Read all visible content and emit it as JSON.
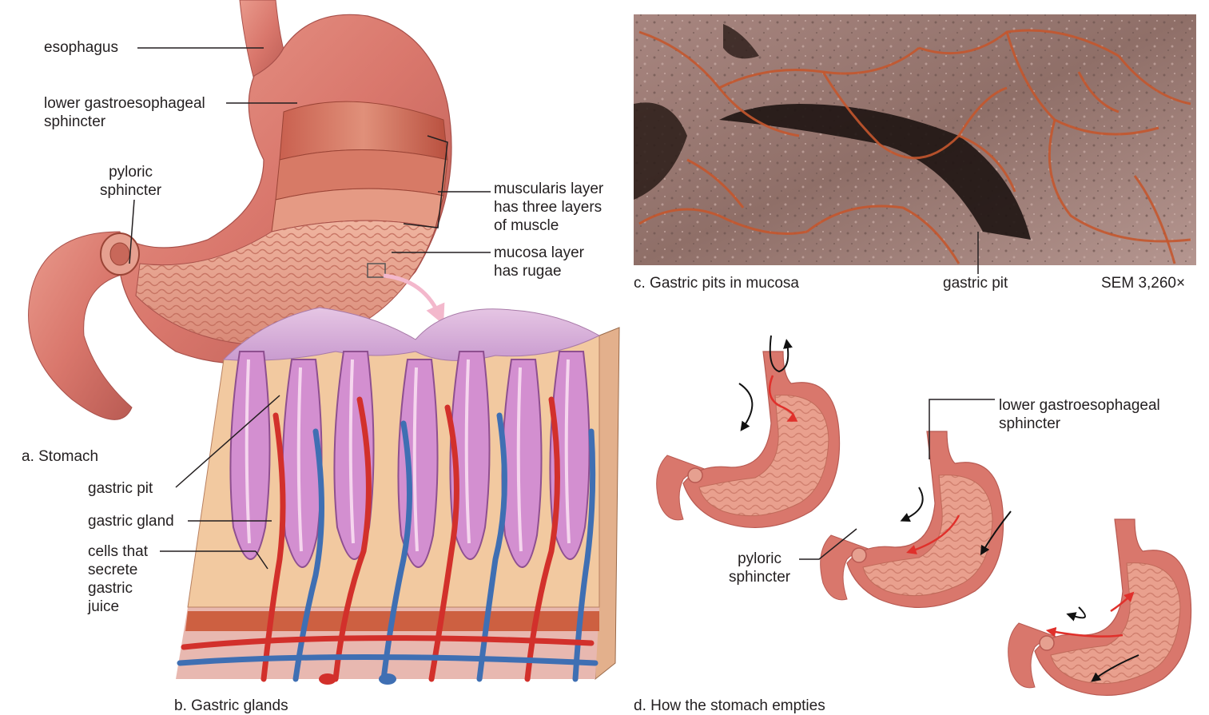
{
  "panel_a": {
    "caption": "a. Stomach",
    "labels": {
      "esophagus": "esophagus",
      "lower_sphincter": "lower gastroesophageal\nsphincter",
      "pyloric": "pyloric\nsphincter",
      "muscularis": "muscularis layer\nhas three layers\nof muscle",
      "mucosa": "mucosa layer\nhas rugae"
    }
  },
  "panel_b": {
    "caption": "b. Gastric glands",
    "labels": {
      "gastric_pit": "gastric pit",
      "gastric_gland": "gastric gland",
      "cells": "cells that\nsecrete\ngastric\njuice"
    }
  },
  "panel_c": {
    "caption": "c. Gastric pits in mucosa",
    "pit_label": "gastric pit",
    "magnification": "SEM 3,260×"
  },
  "panel_d": {
    "caption": "d. How the stomach empties",
    "labels": {
      "lower_sphincter": "lower gastroesophageal\nsphincter",
      "pyloric": "pyloric\nsphincter"
    }
  },
  "colors": {
    "stomach": "#d9776c",
    "stomach_dark": "#b85a52",
    "mucosa": "#e9a08e",
    "gland": "#d38fd0",
    "tissue": "#f2c9a0",
    "artery": "#d2302b",
    "vein": "#3f6fb3",
    "sem_bg": "#9a7a72",
    "sem_ridge": "#c4562e",
    "arrow_red": "#e0302b"
  }
}
